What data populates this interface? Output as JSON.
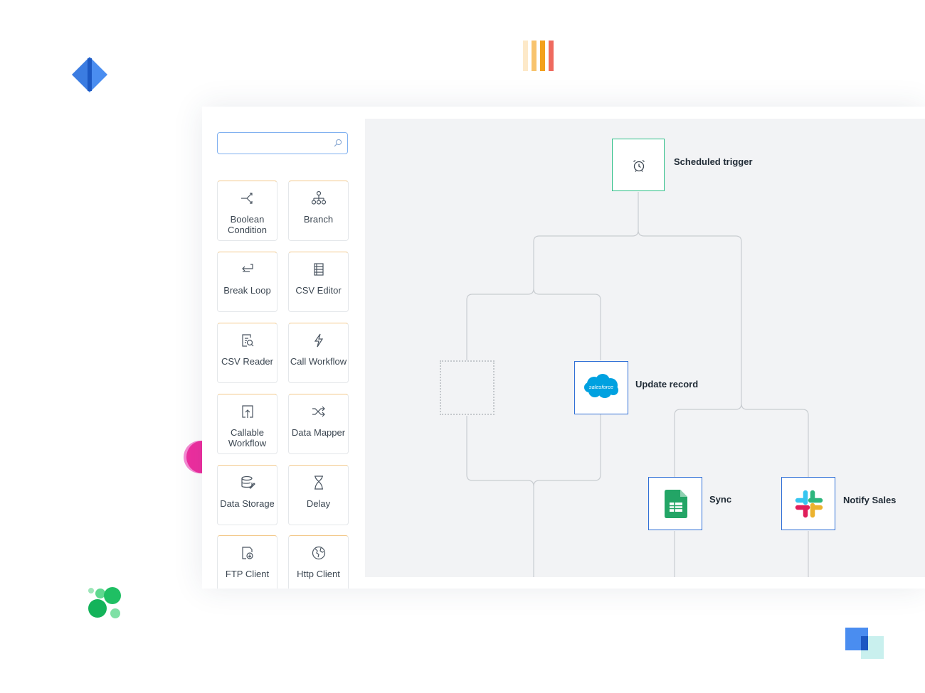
{
  "search": {
    "placeholder": "",
    "value": ""
  },
  "palette": {
    "tiles": [
      {
        "label": "Boolean Condition",
        "icon": "boolean-condition-icon"
      },
      {
        "label": "Branch",
        "icon": "branch-icon"
      },
      {
        "label": "Break Loop",
        "icon": "break-loop-icon"
      },
      {
        "label": "CSV Editor",
        "icon": "csv-editor-icon"
      },
      {
        "label": "CSV Reader",
        "icon": "csv-reader-icon"
      },
      {
        "label": "Call Workflow",
        "icon": "call-workflow-icon"
      },
      {
        "label": "Callable Workflow",
        "icon": "callable-workflow-icon"
      },
      {
        "label": "Data Mapper",
        "icon": "data-mapper-icon"
      },
      {
        "label": "Data Storage",
        "icon": "data-storage-icon"
      },
      {
        "label": "Delay",
        "icon": "delay-icon"
      },
      {
        "label": "FTP Client",
        "icon": "ftp-client-icon"
      },
      {
        "label": "Http Client",
        "icon": "http-client-icon"
      }
    ]
  },
  "workflow": {
    "trigger": {
      "label": "Scheduled trigger",
      "icon": "alarm-clock-icon"
    },
    "update": {
      "label": "Update record",
      "icon": "salesforce-icon",
      "logo_text": "salesforce"
    },
    "sync": {
      "label": "Sync",
      "icon": "google-sheets-icon"
    },
    "notify": {
      "label": "Notify Sales",
      "icon": "slack-icon"
    }
  },
  "colors": {
    "accent_blue": "#2f6fd6",
    "trigger_green": "#2bbf86",
    "tile_top_border": "#f3c98b",
    "canvas_bg": "#f2f3f5",
    "connector": "#c9cdd1"
  }
}
